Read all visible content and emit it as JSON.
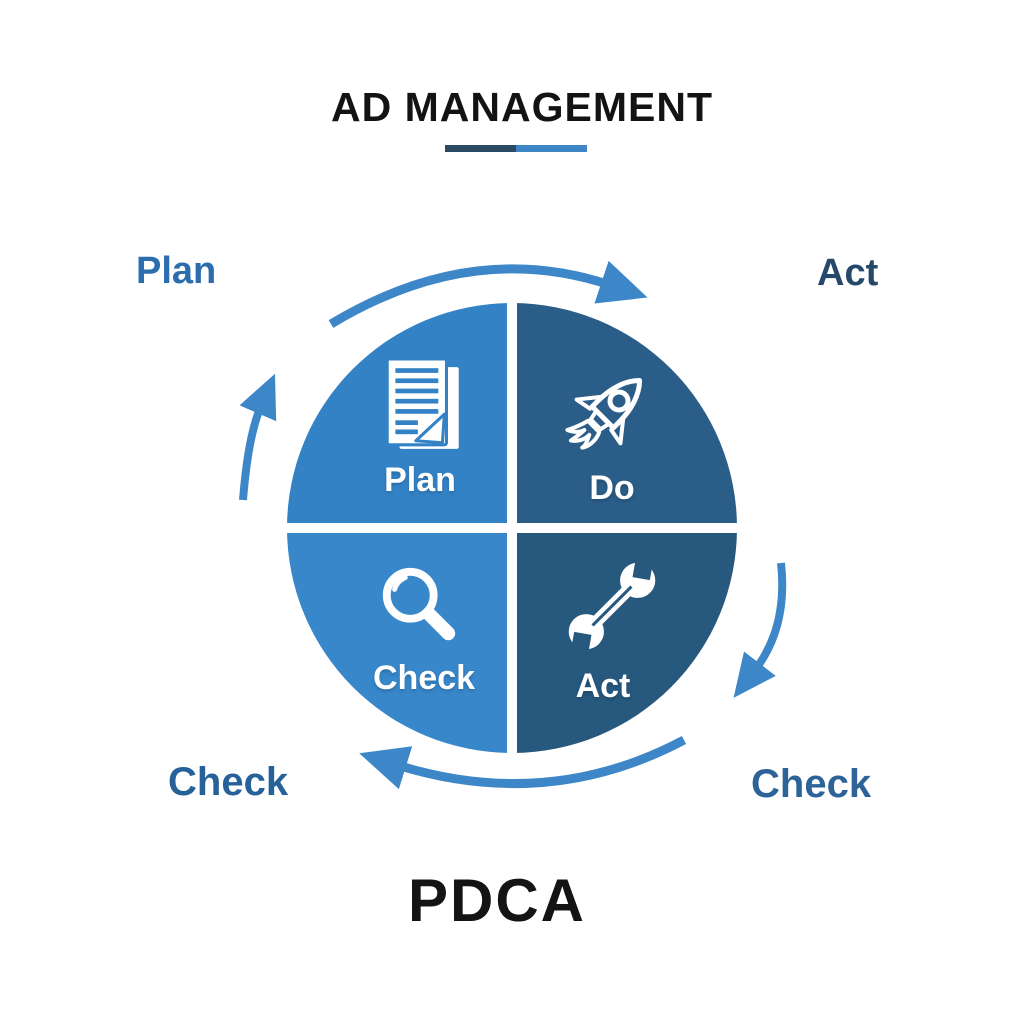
{
  "title": {
    "text": "AD MANAGEMENT",
    "underline": {
      "left_color": "#2d4a63",
      "right_color": "#3e86c6"
    }
  },
  "footer": {
    "text": "PDCA"
  },
  "colors": {
    "background": "#ffffff",
    "arrow": "#3d87c8",
    "title_text": "#131313"
  },
  "cycle": {
    "direction": "clockwise",
    "quadrants": [
      {
        "position": "top-left",
        "label": "Plan",
        "icon": "document-icon",
        "color": "#3382c6"
      },
      {
        "position": "top-right",
        "label": "Do",
        "icon": "rocket-icon",
        "color": "#2a5d88"
      },
      {
        "position": "bottom-left",
        "label": "Check",
        "icon": "magnifier-icon",
        "color": "#3787ca"
      },
      {
        "position": "bottom-right",
        "label": "Act",
        "icon": "wrench-icon",
        "color": "#27587e"
      }
    ]
  },
  "outer_labels": [
    {
      "position": "top-left",
      "text": "Plan",
      "color": "#2b6dad"
    },
    {
      "position": "top-right",
      "text": "Act",
      "color": "#25486b"
    },
    {
      "position": "bottom-left",
      "text": "Check",
      "color": "#27619a"
    },
    {
      "position": "bottom-right",
      "text": "Check",
      "color": "#2d6398"
    }
  ],
  "arrows": [
    {
      "name": "top-arc",
      "direction": "left-to-right"
    },
    {
      "name": "right-arc",
      "direction": "downward"
    },
    {
      "name": "bottom-arc",
      "direction": "right-to-left"
    },
    {
      "name": "left-arc",
      "direction": "upward"
    }
  ]
}
